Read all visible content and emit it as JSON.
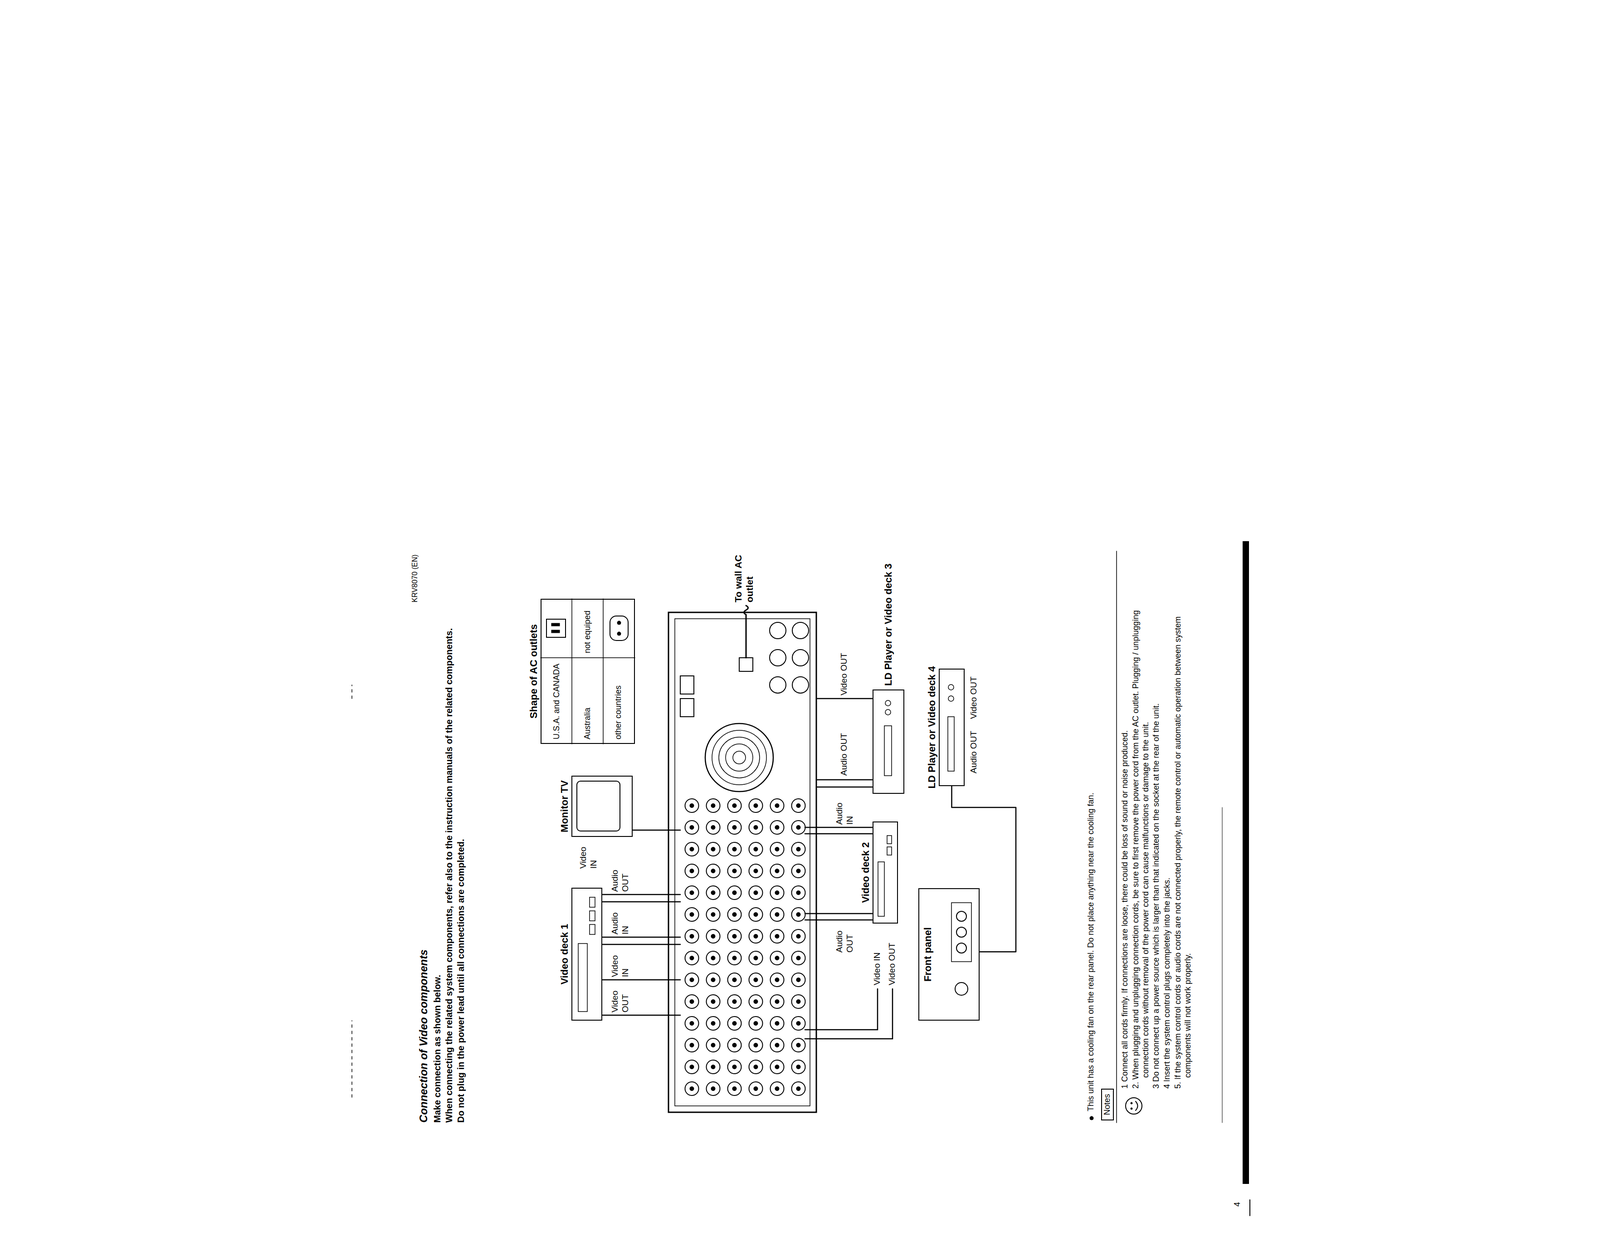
{
  "diagram": {
    "title": "Connection of Video components",
    "nodes": [
      {
        "text": [
          "Video deck 1"
        ]
      },
      {
        "text": [
          "Monitor TV"
        ]
      },
      {
        "text": [
          "Shape of AC outlets",
          "U.S.A. and CANADA",
          "Australia",
          "not equiped",
          "other countries"
        ]
      },
      {
        "text": [
          "Video deck 2"
        ]
      },
      {
        "text": [
          "Front panel"
        ]
      },
      {
        "text": [
          "LD Player or Video deck 3"
        ]
      },
      {
        "text": [
          "LD Player or Video deck 4"
        ]
      },
      {
        "text": [
          "Notes"
        ]
      }
    ],
    "edges": [
      {
        "from": 6,
        "to": 4,
        "arrow": "none"
      }
    ],
    "labels": [
      "KRV8070 (EN)",
      "Make connection as shown below.",
      "When connecting the related system components, refer also to the instruction manuals of the related components.",
      "Do not plug in the power lead until all connections are completed.",
      "Video OUT",
      "Video IN",
      "Audio IN",
      "Audio OUT",
      "Video IN",
      "Audio OUT",
      "Audio IN",
      "Video IN",
      "Video OUT",
      "Audio OUT",
      "Video OUT",
      "Audio OUT",
      "Video OUT",
      "To wall AC outlet",
      "This unit has a cooling fan on the rear panel. Do not place anything near the cooling fan.",
      "1 Connect all cords firmly. If connections are loose, there could be loss of sound or noise produced.",
      "2. When plugging and unplugging connection cords, be sure to first remove the power cord from the AC outlet. Plugging / unplugging connection cords without removal of the power cord can cause malfunctions or damage to the unit.",
      "3 Do not connect up a power source which is larger than that indicated on the socket at the rear of the unit.",
      "4 Insert the system control plugs completely into the jacks.",
      "5. If the system control cords or audio cords are not connected properly, the remote control or automatic operation between system components will not work properly.",
      "4"
    ]
  }
}
